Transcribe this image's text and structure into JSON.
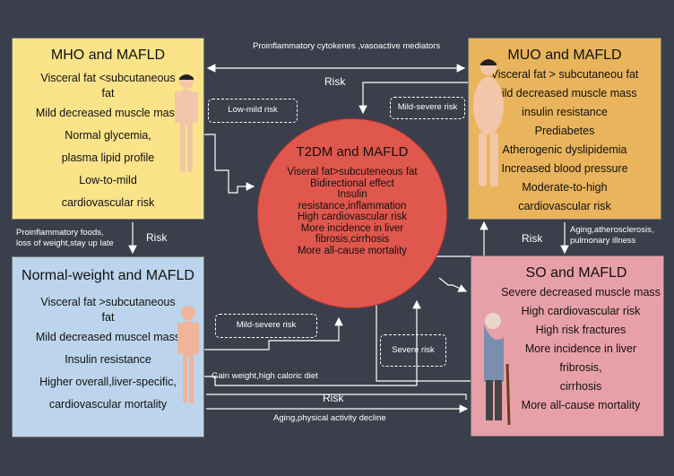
{
  "mho": {
    "title": "MHO and MAFLD",
    "lines": [
      "Visceral fat <subcutaneous",
      "fat",
      "Mild decreased muscle mass",
      "Normal glycemia,",
      "plasma lipid profile",
      "Low-to-mild",
      "cardiovascular risk"
    ]
  },
  "muo": {
    "title": "MUO and MAFLD",
    "lines": [
      "Visceral fat > subcutaneou fat",
      "Mild decreased muscle mass",
      "insulin resistance",
      "Prediabetes",
      "Atherogenic dyslipidemia",
      "Increased blood pressure",
      "Moderate-to-high",
      "cardiovascular risk"
    ]
  },
  "nw": {
    "title": "Normal-weight and MAFLD",
    "lines": [
      "Visceral fat >subcutaneous",
      "fat",
      "Mild decreased muscel mass",
      "Insulin resistance",
      "Higher overall,liver-specific,",
      "cardiovascular mortality"
    ]
  },
  "so": {
    "title": "SO and MAFLD",
    "lines": [
      "Severe decreased muscle mass",
      "High cardiovascular risk",
      "High risk fractures",
      "More  incidence in liver",
      "fribrosis,",
      "cirrhosis",
      "More all-cause mortality"
    ]
  },
  "t2dm": {
    "title": "T2DM  and MAFLD",
    "lines": [
      "Viseral fat>subcuteneous fat",
      "Bidirectional  effect",
      "Insulin",
      "resistance,inflammation",
      "High cardiovascular risk",
      "More  incidence in liver",
      "fibrosis,cirrhosis",
      "More all-cause mortality"
    ]
  },
  "labels": {
    "top": "Proinflammatory  cytokenes  ,vasoactive mediators",
    "risk_top": "Risk",
    "risk_left": "Risk",
    "risk_right": "Risk",
    "risk_bottom": "Risk",
    "left_food_1": "Proinflammatory foods,",
    "left_food_2": "loss of weight,stay up late",
    "right_aging_1": "Aging,atherosclerosis,",
    "right_aging_2": "pulmonary illness",
    "gain": "Gain weight,high caloric diet",
    "aging_decline": "Aging,physical activity decline",
    "low_mild": "Low-mild risk",
    "mild_severe_top": "Mild-severe risk",
    "mild_severe_left": "Mild-severe risk",
    "severe": "Severe risk"
  }
}
